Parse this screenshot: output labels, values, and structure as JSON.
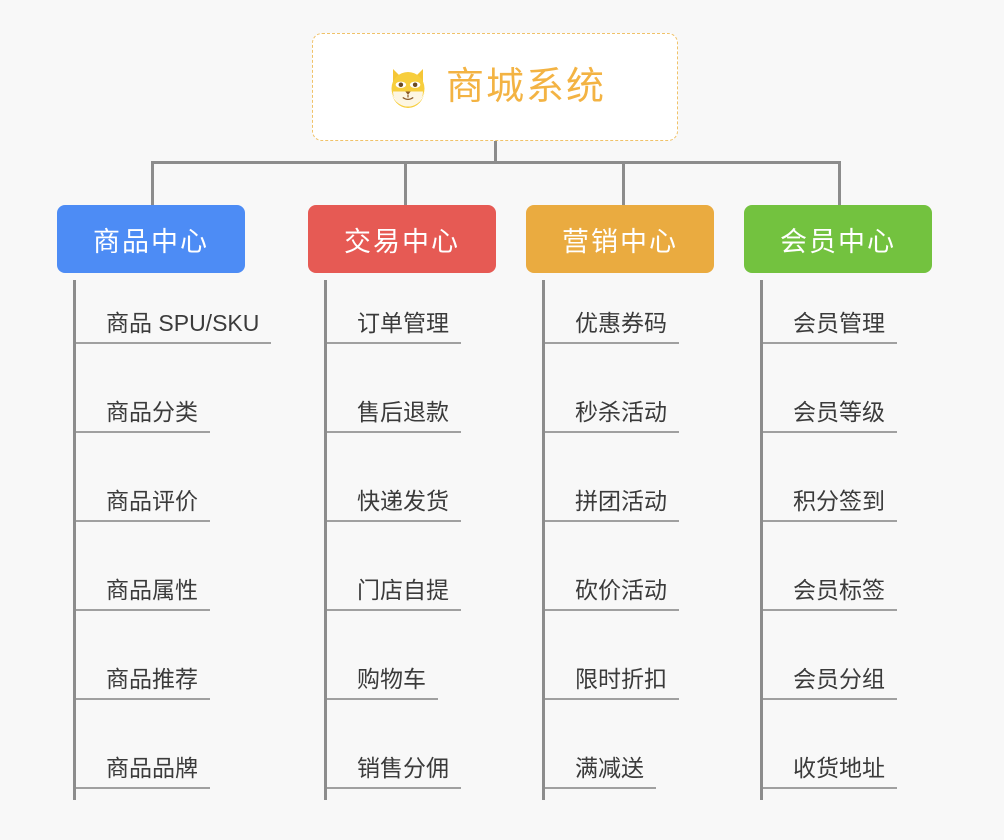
{
  "background_color": "#f8f8f8",
  "root": {
    "title": "商城系统",
    "icon": "shiba-dog-face-emoji",
    "text_color": "#f3b343",
    "border_color": "#f0c269",
    "background_color": "#ffffff"
  },
  "connector_color": "#8c8c8c",
  "branches": [
    {
      "label": "商品中心",
      "color": "#4d8cf5",
      "items": [
        "商品 SPU/SKU",
        "商品分类",
        "商品评价",
        "商品属性",
        "商品推荐",
        "商品品牌"
      ]
    },
    {
      "label": "交易中心",
      "color": "#e65a54",
      "items": [
        "订单管理",
        "售后退款",
        "快递发货",
        "门店自提",
        "购物车",
        "销售分佣"
      ]
    },
    {
      "label": "营销中心",
      "color": "#eaab40",
      "items": [
        "优惠券码",
        "秒杀活动",
        "拼团活动",
        "砍价活动",
        "限时折扣",
        "满减送"
      ]
    },
    {
      "label": "会员中心",
      "color": "#73c23f",
      "items": [
        "会员管理",
        "会员等级",
        "积分签到",
        "会员标签",
        "会员分组",
        "收货地址"
      ]
    }
  ]
}
